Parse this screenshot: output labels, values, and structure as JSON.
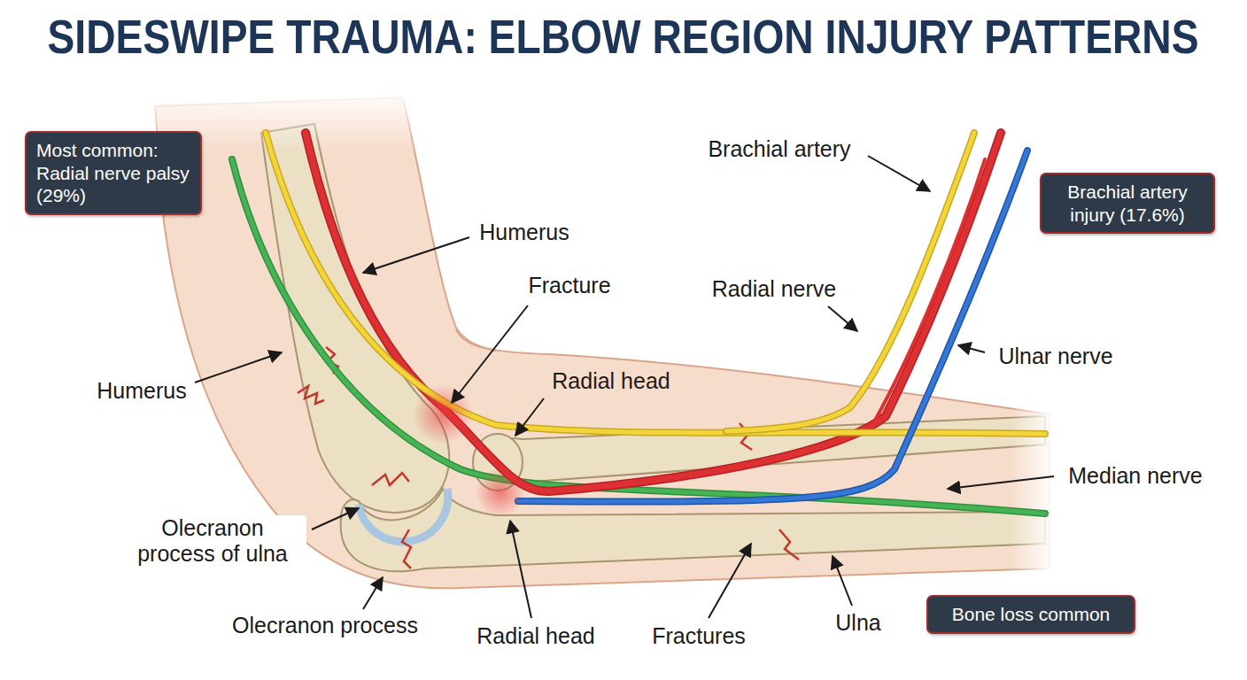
{
  "diagram": {
    "title": "SIDESWIPE TRAUMA: ELBOW REGION INJURY PATTERNS",
    "nodes": [
      {
        "text": [
          "Most common: Radial nerve palsy (29%)"
        ]
      },
      {
        "text": [
          "Brachial artery injury (17.6%)"
        ]
      },
      {
        "text": [
          "Bone loss common"
        ]
      }
    ],
    "labels": [
      "Brachial artery",
      "Humerus",
      "Fracture",
      "Radial nerve",
      "Ulnar nerve",
      "Humerus",
      "Radial head",
      "Median nerve",
      "Olecranon process of ulna",
      "Olecranon process",
      "Radial head",
      "Fractures",
      "Ulna"
    ]
  }
}
